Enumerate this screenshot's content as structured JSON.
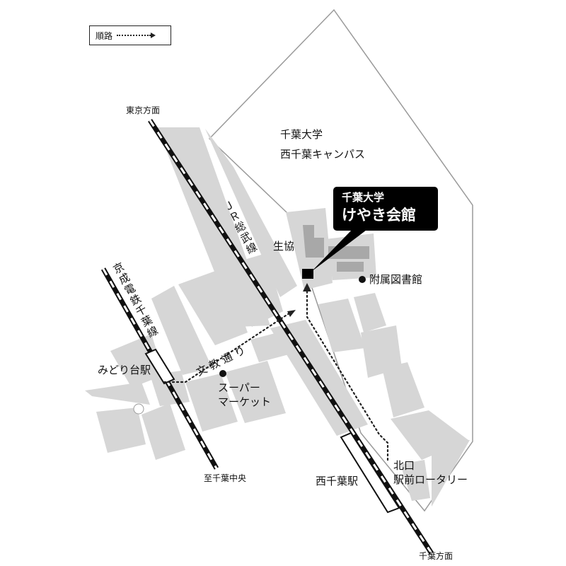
{
  "legend": {
    "label": "順路"
  },
  "directions": {
    "tokyo": "東京方面",
    "chiba": "千葉方面",
    "chiba_chuo": "至千葉中央"
  },
  "lines": {
    "jr": "ＪＲ総武線",
    "keisei": "京成電鉄千葉線"
  },
  "streets": {
    "bunkyo": "文教通り"
  },
  "stations": {
    "nishichiba": "西千葉駅",
    "midoridai": "みどり台駅"
  },
  "campus": {
    "line1": "千葉大学",
    "line2": "西千葉キャンパス"
  },
  "venue": {
    "line1": "千葉大学",
    "line2": "けやき会館"
  },
  "buildings": {
    "coop": "生協",
    "library": "附属図書館"
  },
  "supermarket": {
    "line1": "スーパー",
    "line2": "マーケット"
  },
  "exit": {
    "line1": "北口",
    "line2": "駅前ロータリー"
  },
  "colors": {
    "block": "#d6d6d6",
    "road": "#ffffff",
    "outline": "#9a9a9a",
    "rail": "#111111",
    "route": "#222222",
    "callout": "#000000"
  }
}
